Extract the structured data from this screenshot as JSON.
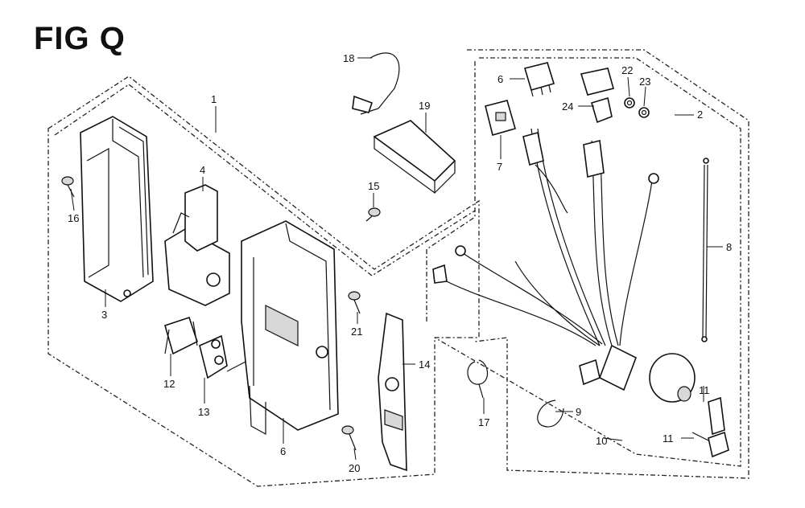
{
  "figure": {
    "title": "FIG Q"
  },
  "callouts": {
    "c1": "1",
    "c2": "2",
    "c3": "3",
    "c4": "4",
    "c6a": "6",
    "c6b": "6",
    "c7": "7",
    "c8": "8",
    "c9": "9",
    "c10": "10",
    "c11a": "11",
    "c11b": "11",
    "c12": "12",
    "c13": "13",
    "c14": "14",
    "c15": "15",
    "c16": "16",
    "c17": "17",
    "c18": "18",
    "c19": "19",
    "c20": "20",
    "c21": "21",
    "c22": "22",
    "c23": "23",
    "c24": "24"
  },
  "colors": {
    "line": "#111111",
    "background": "#ffffff"
  }
}
